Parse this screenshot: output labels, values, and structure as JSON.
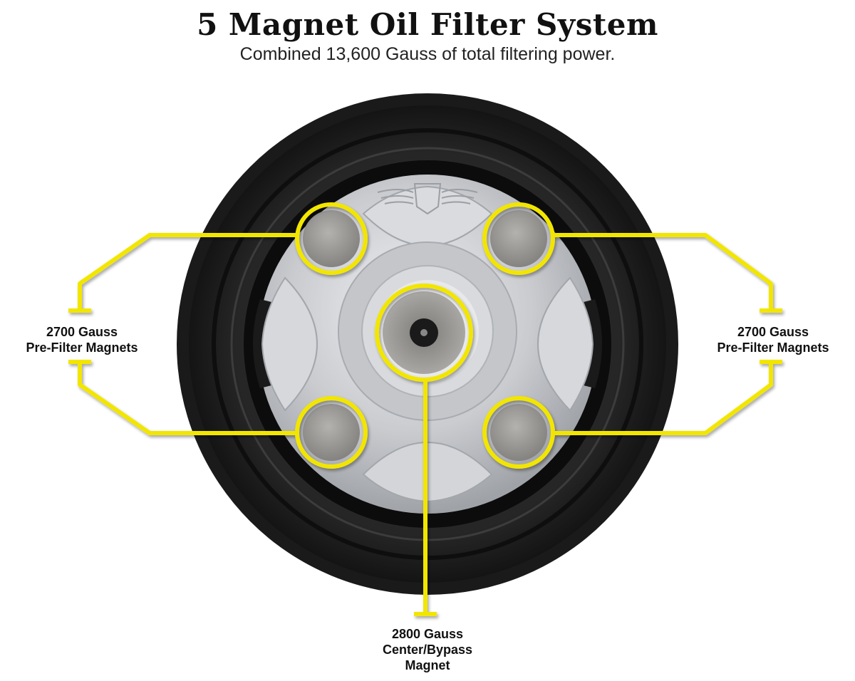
{
  "header": {
    "title": "5 Magnet Oil Filter System",
    "subtitle": "Combined 13,600 Gauss of total filtering power."
  },
  "callouts": {
    "left": {
      "line1": "2700 Gauss",
      "line2": "Pre-Filter Magnets"
    },
    "right": {
      "line1": "2700 Gauss",
      "line2": "Pre-Filter Magnets"
    },
    "center": {
      "line1": "2800 Gauss",
      "line2": "Center/Bypass",
      "line3": "Magnet"
    }
  },
  "colors": {
    "callout_line": "#f2e600",
    "gasket": "#1c1c1c",
    "metal": "#c9cbcf",
    "magnet": "#9a9896",
    "background": "#ffffff"
  },
  "icons": {
    "logo": "wing-logo-icon"
  }
}
